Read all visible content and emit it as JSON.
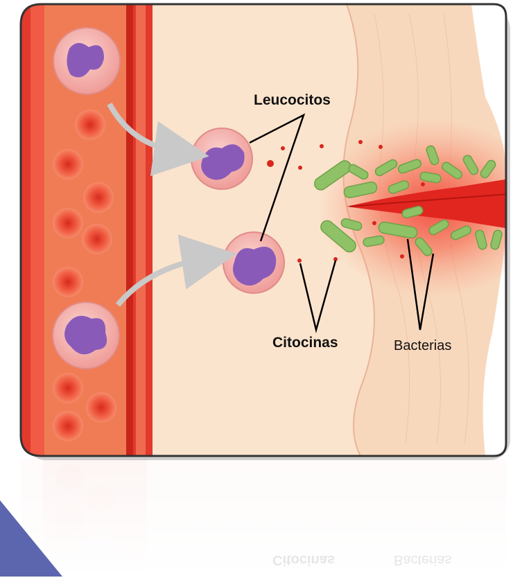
{
  "labels": {
    "leucocitos": "Leucocitos",
    "citocinas": "Citocinas",
    "bacterias": "Bacterias"
  },
  "colors": {
    "vessel": "#e23a2c",
    "vessel_inner": "#f07c55",
    "tissue": "#fbe3cb",
    "rbc": "#ee4a35",
    "leukocyte": "#f3a7a5",
    "nucleus": "#8a5ab9",
    "bacteria": "#8fc266",
    "inflammation": "#f55a4a",
    "arrow": "#c7c7c7"
  }
}
